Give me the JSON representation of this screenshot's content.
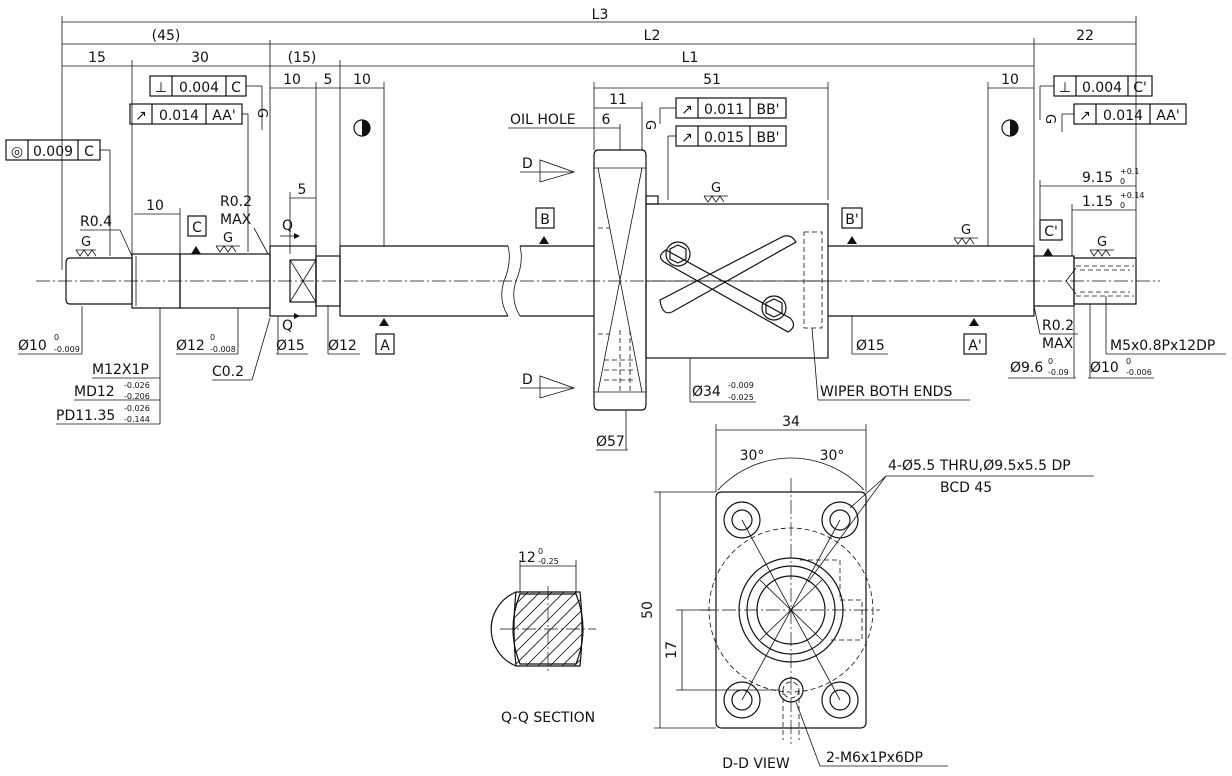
{
  "dims": {
    "L3": "L3",
    "L2": "L2",
    "L1": "L1",
    "d45": "(45)",
    "d15a": "15",
    "d30": "30",
    "d15p": "(15)",
    "d22": "22",
    "d10a": "10",
    "d5a": "5",
    "d10b": "10",
    "d51": "51",
    "d10c": "10",
    "d11": "11",
    "d6": "6",
    "d10d": "10",
    "d5b": "5",
    "d34": "34",
    "d50": "50",
    "d17": "17",
    "a30l": "30°",
    "a30r": "30°",
    "d12q": "12",
    "d12q_tol_up": "0",
    "d12q_tol_lo": "-0.25",
    "d915": "9.15",
    "d915_up": "+0.1",
    "d915_lo": "0",
    "d115": "1.15",
    "d115_up": "+0.14",
    "d115_lo": "0"
  },
  "tolerances": {
    "perp_c_sym": "⊥",
    "perp_c_val": "0.004",
    "perp_c_ref": "C",
    "runout_aa_sym": "↗",
    "runout_aa_val": "0.014",
    "runout_aa_ref": "AA'",
    "conc_sym": "◎",
    "conc_val": "0.009",
    "conc_ref": "C",
    "run_bb1_sym": "↗",
    "run_bb1_val": "0.011",
    "run_bb1_ref": "BB'",
    "run_bb2_sym": "↗",
    "run_bb2_val": "0.015",
    "run_bb2_ref": "BB'",
    "perp_c2_sym": "⊥",
    "perp_c2_val": "0.004",
    "perp_c2_ref": "C'",
    "runout_aa2_sym": "↗",
    "runout_aa2_val": "0.014",
    "runout_aa2_ref": "AA'"
  },
  "datums": {
    "A": "A",
    "A2": "A'",
    "B": "B",
    "B2": "B'",
    "C": "C",
    "C2": "C'"
  },
  "labels": {
    "oil_hole": "OIL HOLE",
    "r04": "R0.4",
    "r02max1": "R0.2",
    "max1": "MAX",
    "r02max2": "R0.2",
    "max2": "MAX",
    "g": "G",
    "D": "D",
    "q": "Q",
    "m12": "M12X1P",
    "md12": "MD12",
    "md12_up": "-0.026",
    "md12_lo": "-0.206",
    "pd": "PD11.35",
    "pd_up": "-0.026",
    "pd_lo": "-0.144",
    "c02": "C0.2",
    "d10": "Ø10",
    "d10_up": "0",
    "d10_lo": "-0.009",
    "d12": "Ø12",
    "d12_up": "0",
    "d12_lo": "-0.008",
    "d15": "Ø15",
    "d12b": "Ø12",
    "d34": "Ø34",
    "d34_up": "-0.009",
    "d34_lo": "-0.025",
    "d57": "Ø57",
    "d15b": "Ø15",
    "wiper": "WIPER BOTH ENDS",
    "d96": "Ø9.6",
    "d96_up": "0",
    "d96_lo": "-0.09",
    "d10r": "Ø10",
    "d10r_up": "0",
    "d10r_lo": "-0.006",
    "m5": "M5x0.8Px12DP",
    "holes": "4-Ø5.5 THRU,Ø9.5x5.5 DP",
    "bcd": "BCD 45",
    "m6": "2-M6x1Px6DP",
    "qq": "Q-Q SECTION",
    "dd": "D-D VIEW"
  }
}
